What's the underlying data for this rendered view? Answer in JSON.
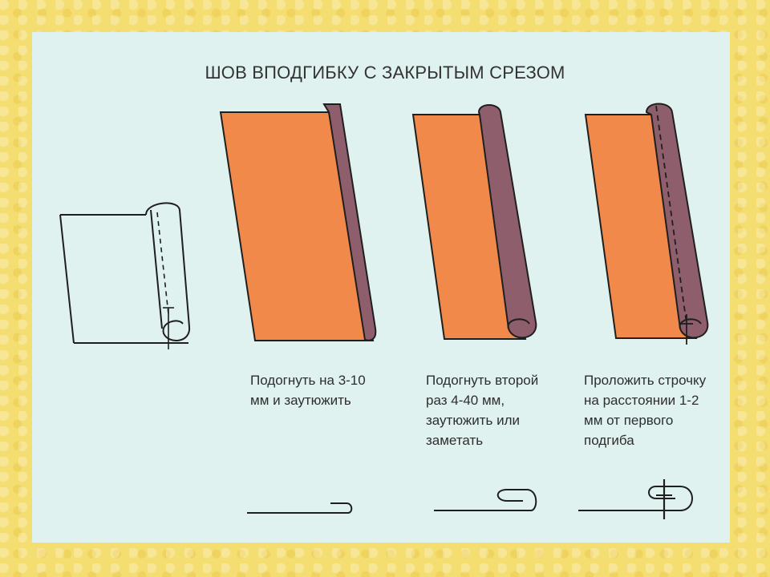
{
  "title": "ШОВ ВПОДГИБКУ С ЗАКРЫТЫМ СРЕЗОМ",
  "steps": [
    {
      "caption": "Подогнуть на 3-10\nмм и заутюжить"
    },
    {
      "caption": "Подогнуть второй\nраз 4-40 мм,\nзаутюжить или\nзаметать"
    },
    {
      "caption": "Проложить строчку\nна расстоянии 1-2\nмм от первого\nподгиба"
    }
  ],
  "colors": {
    "fabric": "#f0894a",
    "fold": "#8e5e6c",
    "panel": "#dff2ef",
    "frame": "#f4de72",
    "line": "#1f1f1f"
  }
}
